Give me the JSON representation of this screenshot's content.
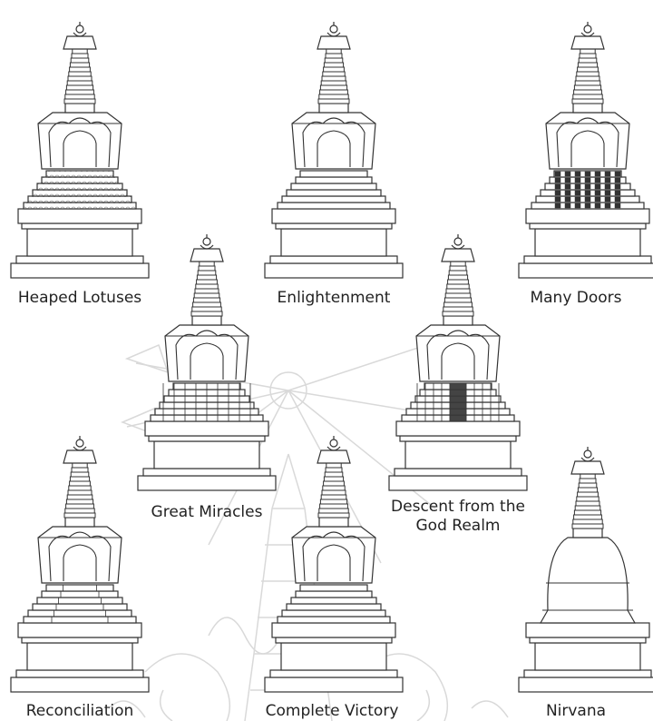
{
  "stupas": [
    {
      "name": "Heaped Lotuses",
      "base_style": "lotus"
    },
    {
      "name": "Enlightenment",
      "base_style": "steps"
    },
    {
      "name": "Many Doors",
      "base_style": "doors"
    },
    {
      "name": "Great Miracles",
      "base_style": "blocks"
    },
    {
      "name": "Descent from the God Realm",
      "base_style": "stair",
      "caption_lines": [
        "Descent from the",
        "God Realm"
      ]
    },
    {
      "name": "Reconciliation",
      "base_style": "octagonal"
    },
    {
      "name": "Complete Victory",
      "base_style": "round-steps"
    },
    {
      "name": "Nirvana",
      "base_style": "bell"
    }
  ],
  "colors": {
    "line": "#333333",
    "watermark": "#d9d9d9",
    "background": "#ffffff"
  }
}
